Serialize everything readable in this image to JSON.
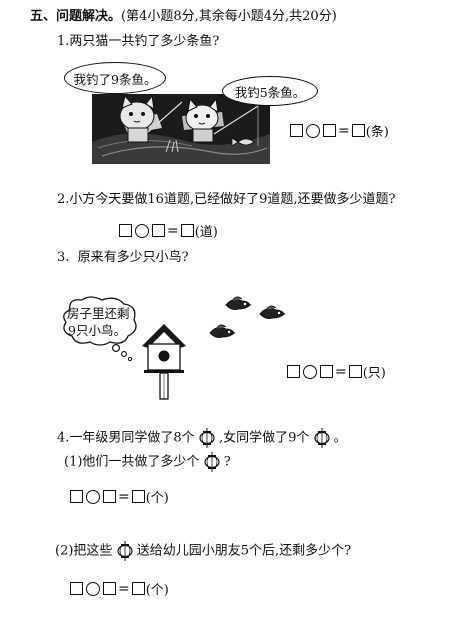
{
  "section": {
    "heading": "五、问题解决。",
    "note": "(第4小题8分,其余每小题4分,共20分)"
  },
  "q1": {
    "text": "1.两只猫一共钓了多少条鱼?",
    "bubble_left": "我钓了9条鱼。",
    "bubble_right": "我钓5条鱼。",
    "unit": "(条)"
  },
  "q2": {
    "text": "2.小方今天要做16道题,已经做好了9道题,还要做多少道题?",
    "unit": "(道)"
  },
  "q3": {
    "text": "3.  原来有多少只小鸟?",
    "bubble_line1": "房子里还剩",
    "bubble_line2": "9只小鸟。",
    "unit": "(只)"
  },
  "q4": {
    "text_a": "4.一年级男同学做了8个",
    "text_b": ",女同学做了9个",
    "text_c": "。",
    "sub1_a": "(1)他们一共做了多少个",
    "sub1_b": "?",
    "sub1_unit": "(个)",
    "sub2_a": "(2)把这些",
    "sub2_b": "送给幼儿园小朋友5个后,还剩多少个?",
    "sub2_unit": "(个)"
  },
  "icons": {
    "box": "answer-box",
    "circle": "operator-circle",
    "lantern": "lantern-icon",
    "bird": "bird-icon",
    "birdhouse": "birdhouse-icon",
    "cat": "cat-icon"
  }
}
